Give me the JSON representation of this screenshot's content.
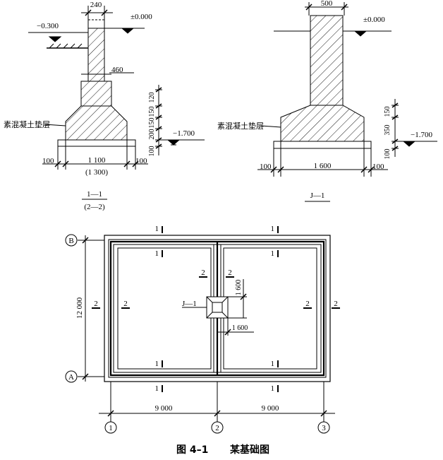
{
  "section_1": {
    "wall_width": "240",
    "ground_elevation": "±0.000",
    "exterior_elevation": "−0.300",
    "step_width": "460",
    "pad_label": "素混凝土垫层",
    "dim_v": [
      "120",
      "150",
      "150",
      "200",
      "100"
    ],
    "bottom_elevation": "−1.700",
    "dim_left": "100",
    "dim_mid": "1 100",
    "dim_mid_alt": "(1 300)",
    "dim_right": "100",
    "label_top": "1—1",
    "label_bottom": "(2—2)"
  },
  "section_j": {
    "column_width": "500",
    "ground_elevation": "±0.000",
    "pad_label": "素混凝土垫层",
    "dim_v": [
      "150",
      "350",
      "100"
    ],
    "bottom_elevation": "−1.700",
    "dim_left": "100",
    "dim_mid": "1 600",
    "dim_right": "100",
    "label": "J—1"
  },
  "plan": {
    "axis_b": "B",
    "axis_a": "A",
    "axis_1": "1",
    "axis_2": "2",
    "axis_3": "3",
    "dim_height": "12 000",
    "dim_span_1": "9 000",
    "dim_span_2": "9 000",
    "cut_11": "1",
    "cut_22": "2",
    "footing_label": "J—1",
    "footing_dim_v": "1 600",
    "footing_dim_h": "1 600"
  },
  "caption": {
    "number": "图 4–1",
    "title": "某基础图"
  }
}
